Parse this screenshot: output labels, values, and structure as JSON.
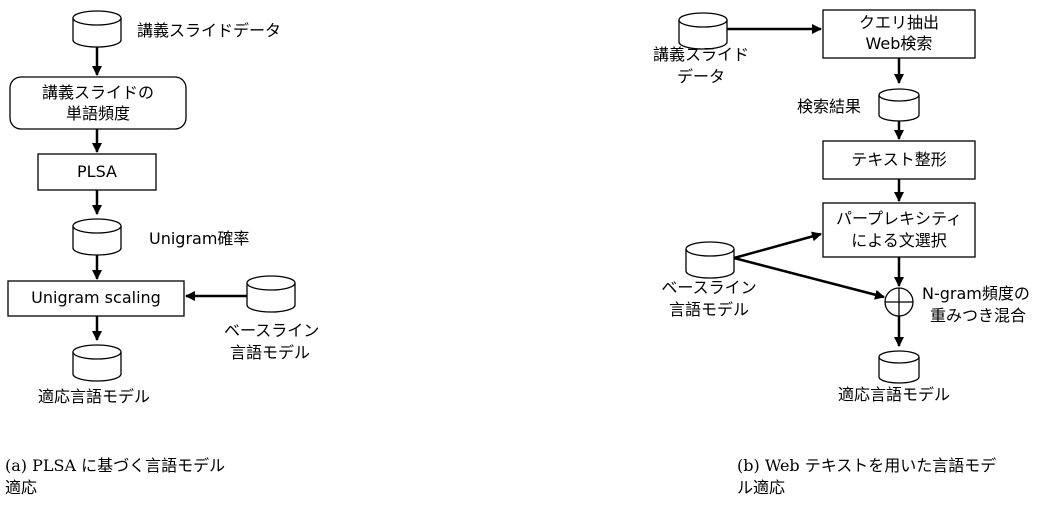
{
  "left": {
    "data_slides": "講義スライドデータ",
    "word_freq": [
      "講義スライドの",
      "単語頻度"
    ],
    "plsa": "PLSA",
    "unigram_prob": "Unigram確率",
    "unigram_scaling": "Unigram scaling",
    "baseline": [
      "ベースライン",
      "言語モデル"
    ],
    "adapted": "適応言語モデル",
    "caption": [
      "(a) PLSA に基づく言語モデル",
      "適応"
    ]
  },
  "right": {
    "data_slides": [
      "講義スライド",
      "データ"
    ],
    "query": [
      "クエリ抽出",
      "Web検索"
    ],
    "search_result": "検索結果",
    "text_format": "テキスト整形",
    "perplexity": [
      "パープレキシティ",
      "による文選択"
    ],
    "baseline": [
      "ベースライン",
      "言語モデル"
    ],
    "ngram_mix": [
      "N-gram頻度の",
      "重みつき混合"
    ],
    "adapted": "適応言語モデル",
    "caption": [
      "(b) Web テキストを用いた言語モデ",
      "ル適応"
    ]
  }
}
